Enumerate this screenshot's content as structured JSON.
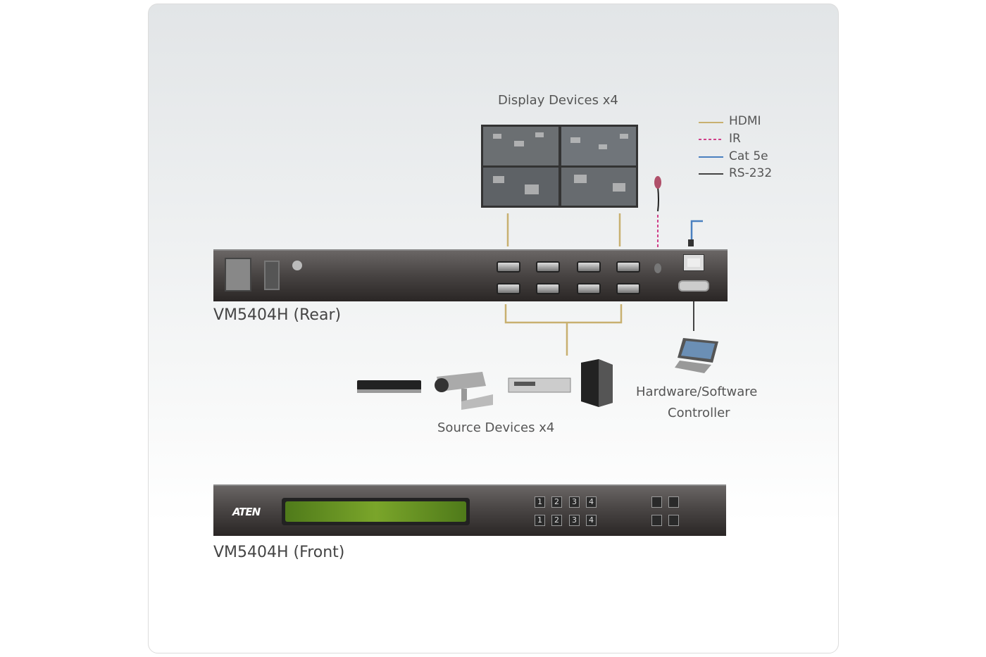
{
  "display_title": "Display Devices x4",
  "legend": [
    {
      "label": "HDMI",
      "color": "#c8b070"
    },
    {
      "label": "IR",
      "color": "#d0408a"
    },
    {
      "label": "Cat 5e",
      "color": "#4a80c0"
    },
    {
      "label": "RS-232",
      "color": "#444444"
    }
  ],
  "rear_label": "VM5404H (Rear)",
  "front_label": "VM5404H (Front)",
  "source_title": "Source Devices x4",
  "controller": {
    "line1": "Hardware/Software",
    "line2": "Controller"
  },
  "front_logo": "ATEN",
  "front_buttons": [
    "1",
    "2",
    "3",
    "4"
  ]
}
